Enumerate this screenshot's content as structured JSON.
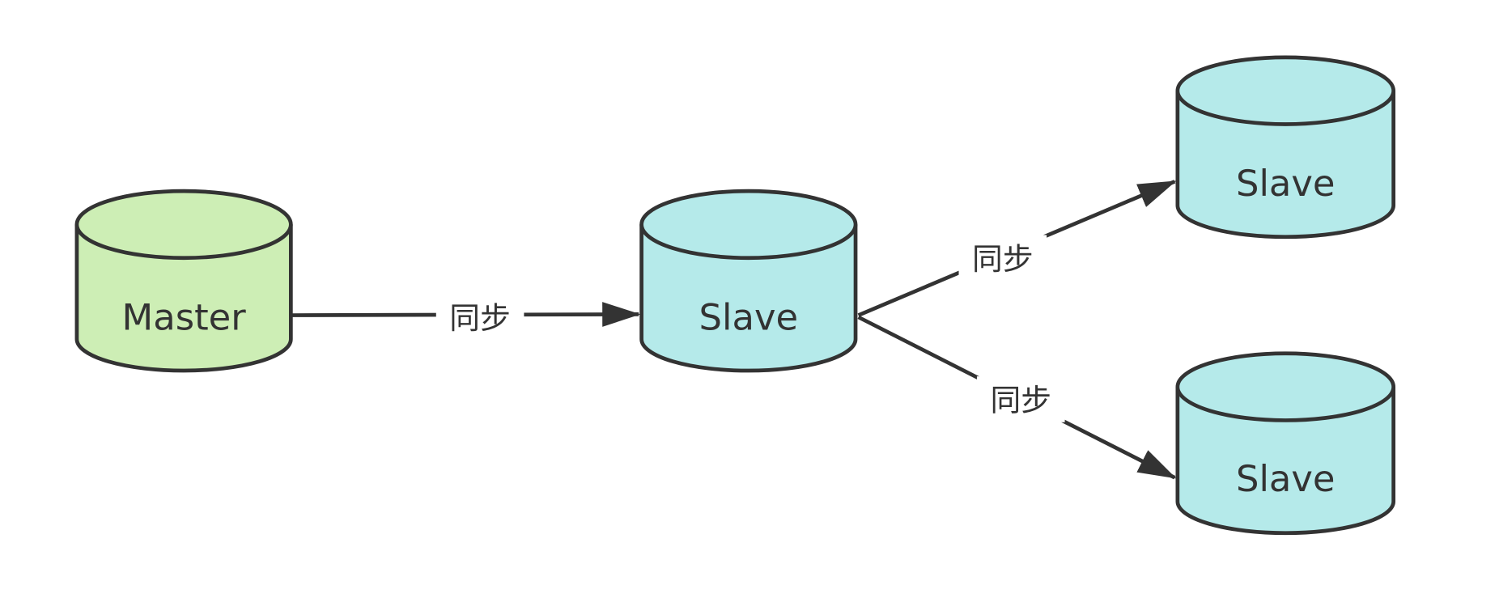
{
  "colors": {
    "master_fill": "#cdeeb5",
    "slave_fill": "#b5eaea",
    "stroke": "#333333"
  },
  "nodes": [
    {
      "id": "master",
      "label": "Master"
    },
    {
      "id": "slave1",
      "label": "Slave"
    },
    {
      "id": "slave2",
      "label": "Slave"
    },
    {
      "id": "slave3",
      "label": "Slave"
    }
  ],
  "edges": [
    {
      "from": "master",
      "to": "slave1",
      "label": "同步"
    },
    {
      "from": "slave1",
      "to": "slave2",
      "label": "同步"
    },
    {
      "from": "slave1",
      "to": "slave3",
      "label": "同步"
    }
  ]
}
